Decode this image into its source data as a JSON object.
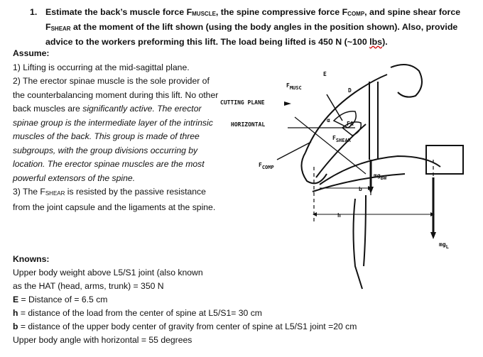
{
  "question": {
    "number": "1.",
    "p1": "Estimate the back’s muscle force F",
    "s1": "MUSCLE",
    "p2": ", the spine compressive force F",
    "s2": "COMP",
    "p3": ", and spine shear force F",
    "s3": "SHEAR",
    "p4": " at the moment of the lift shown (using the body angles in the position shown). Also, provide advice to the workers preforming this lift. The load being lifted is 450 N (~100 ",
    "lbs": "lbs",
    "p5": ")."
  },
  "assume": {
    "heading": "Assume:",
    "a1": "1) Lifting is occurring at the mid-sagittal plane.",
    "a2": "2) The erector spinae muscle is the sole provider of the counterbalancing moment during this lift. No other back muscles are ",
    "a2i": "significantly active. The erector spinae group is the intermediate layer of the intrinsic muscles of the back. This group is made of three subgroups, with the group divisions occurring by location. The erector spinae muscles are the most powerful extensors of the spine.",
    "a3a": "3) The F",
    "a3s": "SHEAR",
    "a3b": " is resisted by the passive resistance from the joint capsule and the ligaments at the spine."
  },
  "knowns": {
    "heading": "Knowns:",
    "k1": "Upper body weight above L5/S1 joint (also known as the HAT (head, arms, trunk) = 350 N",
    "k2a": "E",
    "k2b": " = Distance of   = 6.5 cm",
    "k3a": "h",
    "k3b": " = distance of the load from the center of spine at L5/S1= 30 cm",
    "k4a": "b",
    "k4b": " = distance of the upper body center of gravity from center of spine at L5/S1 joint =20 cm",
    "k5": "Upper body angle with horizontal = 55 degrees"
  },
  "figure": {
    "cutting_plane": "CUTTING PLANE",
    "horizontal": "HORIZONTAL",
    "f_musc": "F",
    "f_musc_sub": "MUSC",
    "f_comp": "F",
    "f_comp_sub": "COMP",
    "f_shear": "F",
    "f_shear_sub": "SHEAR",
    "fa": "FA",
    "e": "E",
    "d": "D",
    "alpha": "α",
    "mgbw": "mg",
    "mgbw_sub": "BW",
    "mgl": "mg",
    "mgl_sub": "L",
    "b": "b",
    "h": "h"
  }
}
